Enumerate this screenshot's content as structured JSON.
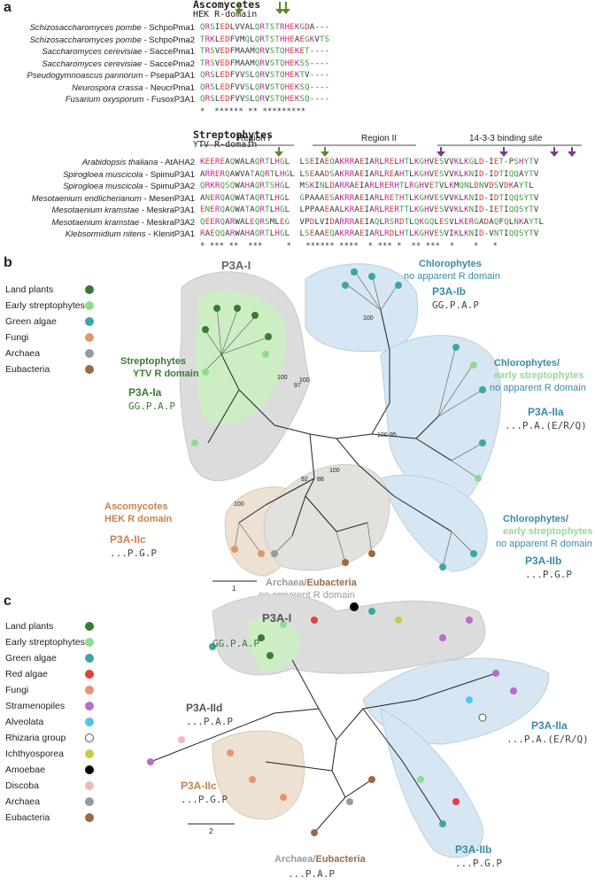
{
  "panels": {
    "a": "a",
    "b": "b",
    "c": "c"
  },
  "panel_a": {
    "asco": {
      "title": "Ascomycotes",
      "subtitle": "HEK R-domain",
      "rows": [
        {
          "species": "Schizosaccharomyces pombe",
          "code": "- SchpoPma1",
          "seq": "QRSIEDLVVALQRTSTRHEKGDA---"
        },
        {
          "species": "Schizosaccharomyces pombe",
          "code": "- SchpoPma2",
          "seq": "TRKLEDFVMQLQRTSTHHEAEGKVTS"
        },
        {
          "species": "Saccharomyces cerevisiae",
          "code": "- SaccePma1",
          "seq": "TRSVEDFMAAMQRVSTQHEKET----"
        },
        {
          "species": "Saccharomyces cerevisiae",
          "code": "- SaccePma2",
          "seq": "TRSVEDFMAAMQRVSTQHEKSS----"
        },
        {
          "species": "Pseudogymnoascus pannorum",
          "code": "- PsepaP3A1",
          "seq": "QRSLEDFVVSLQRVSTQHEKTV----"
        },
        {
          "species": "Neurospora crassa",
          "code": "- NeucrPma1",
          "seq": "QRSLEDFVVSLQRVSTQHEKSQ----"
        },
        {
          "species": "Fusarium oxysporum",
          "code": "- FusoxP3A1",
          "seq": "QRSLEDFVVSLQRVSTQHEKSQ----"
        }
      ],
      "conservation": "*  ****** ** *********"
    },
    "strepto": {
      "title": "Streptophytes",
      "subtitle": "YTV R-domain",
      "regions": [
        "Region I",
        "Region II",
        "14-3-3 binding site"
      ],
      "rows": [
        {
          "species": "Arabidopsis thaliana",
          "code": "- AtAHA2",
          "seq": "KEEREAQWALAQRTLHGL  LSEIAEQAKRRAEIARLRELHTLKGHVESVVKLKGLD-IET-PSHYTV"
        },
        {
          "species": "Spirogloea muscicola",
          "code": "- SpimuP3A1",
          "seq": "ARRERQAWVATAQRTLHGL LSEAADSAKRRAEIARLREAHTLKGHVESVVKLKNID-IDTIQQAYTV"
        },
        {
          "species": "Spirogloea muscicola",
          "code": "- SpimuP3A2",
          "seq": "QRKRQSQWAHAQRTSHGL  MSKINLDARRAEIARLRERHTLRGHVETVLKMQNLDNVDSVDKAYTL"
        },
        {
          "species": "Mesotaenium endlicherianum",
          "code": "- MesenP3A1",
          "seq": "ANERQAQWATAQRTLHGL  GPAAAESAKRRAEIARLRETHTLKGHVESVVKLKNID-IDTIQQSYTV"
        },
        {
          "species": "Mesotaenium kramstae",
          "code": "- MeskraP3A1",
          "seq": "ENERQAQWATAQRTLHGL  LPPAAEAALKRAEIARLRERTTLKGHVESVVKLKNID-IETIQQSYTV"
        },
        {
          "species": "Mesotaenium kramstae",
          "code": "- MeskraP3A2",
          "seq": "QEERQARWALEQRSMLEG  VPDLVIDARRRAEIAQLRSRDTLQKGQLESVLKERGADAQFQLNKAYTL"
        },
        {
          "species": "Klebsormidium nitens",
          "code": "- KlenitP3A1",
          "seq": "RAEQQARWAHAQRTLHGL  LSEAAEQAKRRAEIARLRDLHTLKGHVESVIKLKNID-VNTIQQSYTV"
        }
      ],
      "conservation": "* *** **  ***     *   ****** ****  * *** *  ** ***  *    *   *"
    }
  },
  "panel_b": {
    "legend": [
      "Land plants",
      "Early streptophytes",
      "Green algae",
      "Fungi",
      "Archaea",
      "Eubacteria"
    ],
    "legend_colors": [
      "#3a7a35",
      "#8fdc8f",
      "#3aa8a0",
      "#e2976b",
      "#9a9a9a",
      "#9b6a45"
    ],
    "clades": {
      "p3a_i": "P3A-I",
      "strepto_title": "Streptophytes",
      "strepto_domain": "YTV R domain",
      "p3a_ia": "P3A-Ia",
      "p3a_ia_motif": "GG.P.A.P",
      "chloro_title": "Chlorophytes",
      "chloro_sub": "no apparent R domain",
      "p3a_ib": "P3A-Ib",
      "p3a_ib_motif": "GG.P.A.P",
      "chloro_early_title": "Chlorophytes/",
      "chloro_early_title2": "early streptophytes",
      "chloro_early_sub": "no apparent R domain",
      "p3a_iia": "P3A-IIa",
      "p3a_iia_motif": "...P.A.(E/R/Q)",
      "chloro_early2_title": "Chlorophytes/",
      "chloro_early2_title2": "early streptophytes",
      "chloro_early2_sub": "no apparent R domain",
      "p3a_iib": "P3A-IIb",
      "p3a_iib_motif": "...P.G.P",
      "asco_title": "Ascomycotes",
      "asco_domain": "HEK R domain",
      "p3a_iic": "P3A-IIc",
      "p3a_iic_motif": "...P.G.P",
      "arch_title_a": "Archaea/",
      "arch_title_b": "Eubacteria",
      "arch_sub": "no apparent R domain"
    },
    "bootstraps": [
      "100",
      "97",
      "100",
      "100",
      "95",
      "100",
      "92",
      "88",
      "100",
      "100"
    ],
    "scale": "1"
  },
  "panel_c": {
    "legend": [
      "Land plants",
      "Early streptophytes",
      "Green algae",
      "Red algae",
      "Fungi",
      "Stramenopiles",
      "Alveolata",
      "Rhizaria group",
      "Ichthyosporea",
      "Amoebae",
      "Discoba",
      "Archaea",
      "Eubacteria"
    ],
    "legend_colors": [
      "#3a7a35",
      "#8fdc8f",
      "#3aa8a0",
      "#e04040",
      "#e2976b",
      "#b86bd0",
      "#4ec8e8",
      "#ffffff",
      "#c9c94a",
      "#000000",
      "#f0b8b8",
      "#9a9a9a",
      "#9b6a45"
    ],
    "clades": {
      "p3a_i": "P3A-I",
      "p3a_i_motif": "GG.P.A.P",
      "p3a_iid": "P3A-IId",
      "p3a_iid_motif": "...P.A.P",
      "p3a_iia": "P3A-IIa",
      "p3a_iia_motif": "...P.A.(E/R/Q)",
      "p3a_iic": "P3A-IIc",
      "p3a_iic_motif": "...P.G.P",
      "p3a_iib": "P3A-IIb",
      "p3a_iib_motif": "...P.G.P",
      "arch_a": "Archaea/",
      "arch_b": "Eubacteria",
      "arch_motif": "...P.A.P"
    },
    "scale": "2"
  }
}
